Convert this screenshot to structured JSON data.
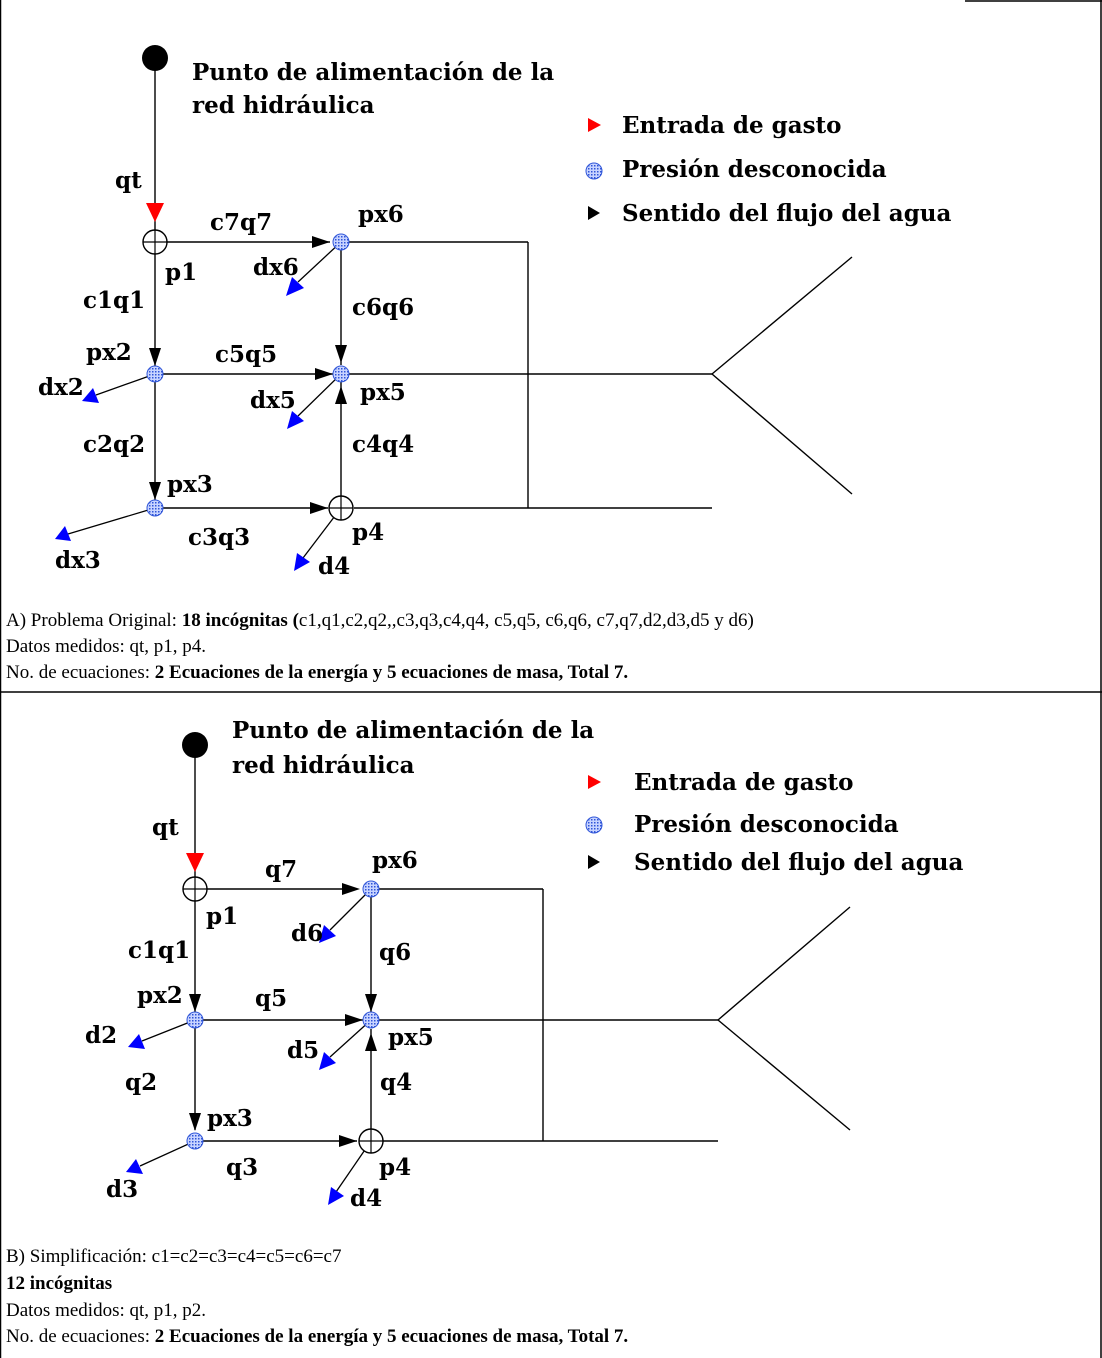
{
  "colors": {
    "flow_in": "#ff0000",
    "demand": "#0000ff",
    "unknown_node": "#3a64e0",
    "line": "#000000"
  },
  "legend": {
    "inflow": "Entrada de gasto",
    "unknown_pressure": "Presión desconocida",
    "flow_direction": "Sentido del flujo del agua"
  },
  "feed_point": {
    "line1": "Punto de alimentación de la",
    "line2": "red hidráulica"
  },
  "panel_a": {
    "labels": {
      "qt": "qt",
      "p1": "p1",
      "pipe7": "c7q7",
      "px6": "px6",
      "dx6": "dx6",
      "pipe1": "c1q1",
      "pipe6": "c6q6",
      "px2": "px2",
      "pipe5": "c5q5",
      "dx2": "dx2",
      "dx5": "dx5",
      "px5": "px5",
      "pipe2": "c2q2",
      "pipe4": "c4q4",
      "px3": "px3",
      "p4": "p4",
      "dx3": "dx3",
      "pipe3": "c3q3",
      "d4": "d4"
    },
    "caption1_a": "A)   Problema Original: ",
    "caption1_b": "18 incógnitas (",
    "caption1_c": "c1,q1,c2,q2,,c3,q3,c4,q4, c5,q5, c6,q6, c7,q7,d2,d3,d5 y d6)",
    "caption2": "Datos medidos: qt, p1, p4.",
    "caption3_a": "No. de ecuaciones: ",
    "caption3_b": "2 Ecuaciones de la energía y 5 ecuaciones de masa, Total 7."
  },
  "panel_b": {
    "labels": {
      "qt": "qt",
      "p1": "p1",
      "pipe7": "q7",
      "px6": "px6",
      "d6": "d6",
      "pipe1": "c1q1",
      "pipe6": "q6",
      "px2": "px2",
      "pipe5": "q5",
      "d2": "d2",
      "d5": "d5",
      "px5": "px5",
      "pipe2": "q2",
      "pipe4": "q4",
      "px3": "px3",
      "p4": "p4",
      "d3": "d3",
      "pipe3": "q3",
      "d4": "d4"
    },
    "caption1": "B) Simplificación: c1=c2=c3=c4=c5=c6=c7",
    "caption2": "12 incógnitas",
    "caption3": "Datos medidos: qt, p1, p2.",
    "caption4_a": "No. de ecuaciones: ",
    "caption4_b": "2 Ecuaciones de la energía y 5 ecuaciones de masa, Total 7."
  }
}
